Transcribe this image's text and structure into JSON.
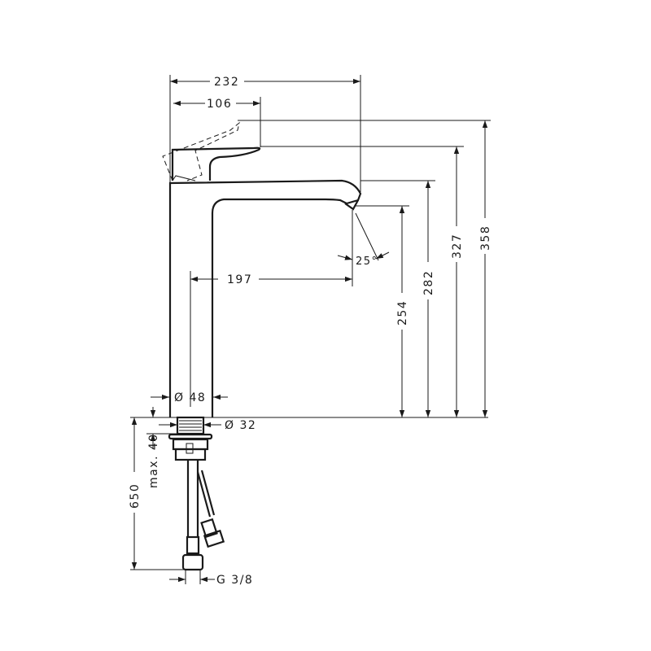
{
  "drawing": {
    "title": "Basin mixer dimension drawing",
    "dimensions": {
      "overall_reach": "232",
      "handle_reach": "106",
      "spout_to_body": "197",
      "spout_outlet_height": "254",
      "spout_top_height": "282",
      "handle_height": "327",
      "max_height": "358",
      "body_diameter": "Ø 48",
      "shank_diameter": "Ø 32",
      "max_deck_thickness": "max. 40",
      "hose_length": "650",
      "connection_thread": "G 3/8",
      "flow_angle": "25°"
    }
  }
}
